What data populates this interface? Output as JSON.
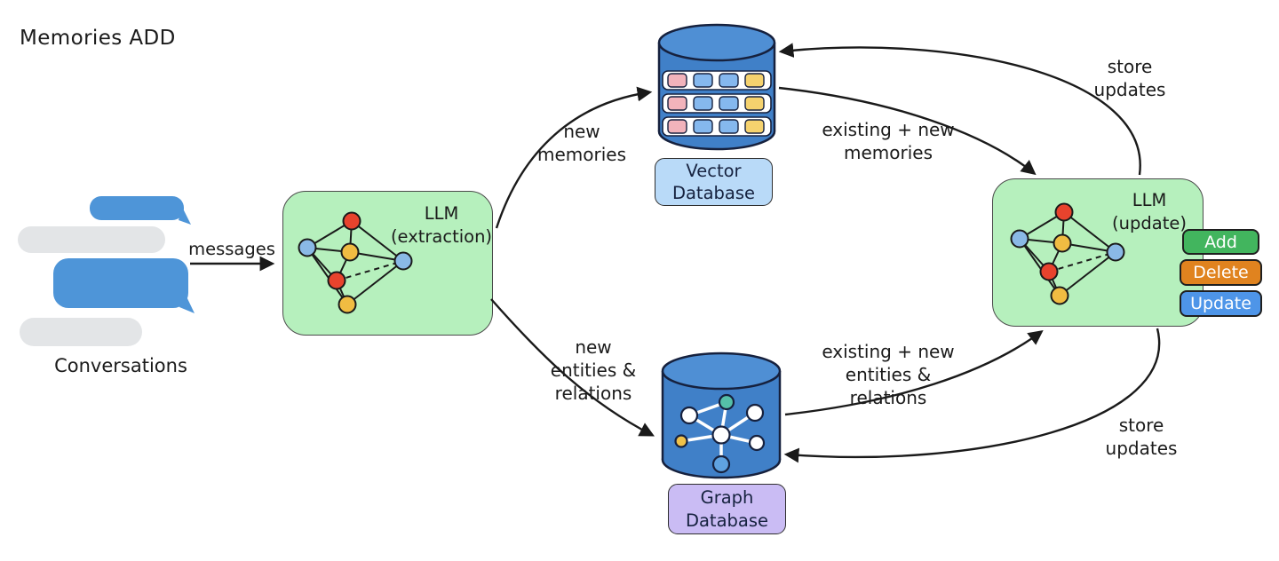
{
  "title": "Memories ADD",
  "conversations_label": "Conversations",
  "labels": {
    "messages": "messages",
    "new_memories": "new\nmemories",
    "existing_new_memories": "existing + new\nmemories",
    "new_entities_relations": "new\nentities &\nrelations",
    "existing_new_entities_relations": "existing + new\nentities &\nrelations",
    "store_updates_top": "store\nupdates",
    "store_updates_bottom": "store\nupdates"
  },
  "nodes": {
    "llm_extraction": "LLM\n(extraction)",
    "llm_update": "LLM\n(update)",
    "vector_database": "Vector\nDatabase",
    "graph_database": "Graph\nDatabase"
  },
  "buttons": {
    "add": "Add",
    "delete": "Delete",
    "update": "Update"
  },
  "colors": {
    "llm_box_green": "#b6f0bd",
    "vector_label_bg": "#b9daf8",
    "graph_label_bg": "#cabcf4",
    "add_bg": "#42b55e",
    "delete_bg": "#e0831f",
    "update_bg": "#4e95e8",
    "cylinder_blue": "#4080c8",
    "bubble_blue": "#4e95d8",
    "bubble_gray": "#e3e5e7",
    "arrow_black": "#1a1a1a",
    "chip_pink": "#f2b3bb",
    "chip_blue": "#85b8ee",
    "chip_yellow": "#f5d26e",
    "node_red": "#e8432d",
    "node_blue": "#8ab9e6",
    "node_yellow": "#f0bc42",
    "node_teal": "#55c0a8"
  }
}
